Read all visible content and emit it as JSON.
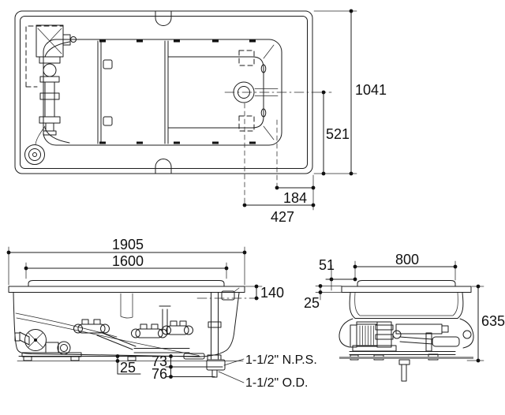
{
  "plan_view": {
    "dims": {
      "overall_width": "1041",
      "center_to_edge": "521",
      "jet_to_edge": "184",
      "drain_to_edge": "427"
    }
  },
  "side_view": {
    "dims": {
      "overall_length": "1905",
      "rim_length": "1600",
      "overflow_height": "140",
      "base_clearance": "25",
      "outlet_center_height": "73",
      "outlet_end_height": "76"
    },
    "labels": {
      "drain_connection": "1-1/2\" N.P.S.",
      "drain_pipe_od": "1-1/2\" O.D."
    }
  },
  "end_view": {
    "dims": {
      "rim_inset": "51",
      "rim_width": "800",
      "deck_step": "25",
      "overall_height": "635"
    }
  }
}
